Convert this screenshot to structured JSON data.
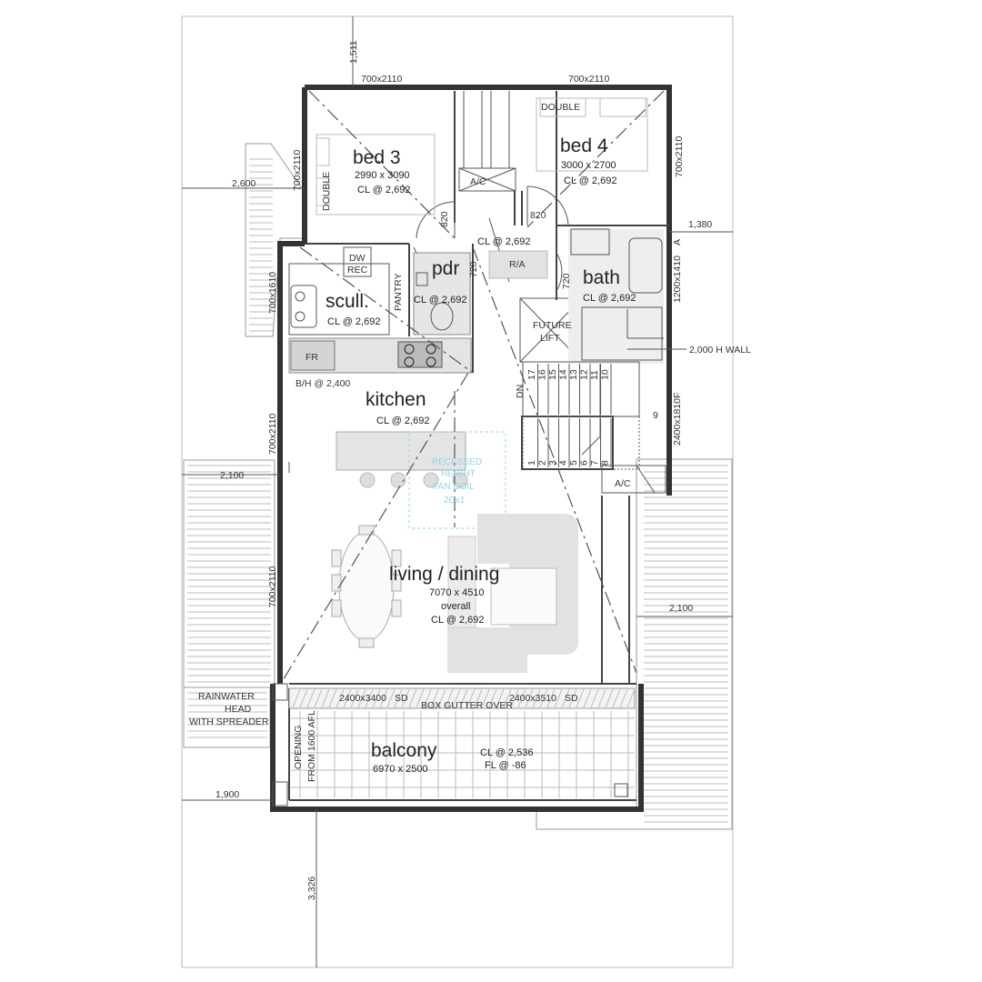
{
  "rooms": {
    "bed3": {
      "name": "bed 3",
      "size": "2990 x 3090",
      "ceiling": "CL @ 2,692"
    },
    "bed4": {
      "name": "bed 4",
      "size": "3000 x 2700",
      "ceiling": "CL @ 2,692"
    },
    "pdr": {
      "name": "pdr",
      "ceiling": "CL @ 2,692"
    },
    "bath": {
      "name": "bath",
      "ceiling": "CL @ 2,692"
    },
    "scull": {
      "name": "scull.",
      "ceiling": "CL @ 2,692"
    },
    "kitchen": {
      "name": "kitchen",
      "ceiling": "CL @ 2,692"
    },
    "living": {
      "name": "living / dining",
      "size": "7070 x 4510",
      "note": "overall",
      "ceiling": "CL @ 2,692"
    },
    "balcony": {
      "name": "balcony",
      "size": "6970 x 2500",
      "ceiling": "CL @ 2,536",
      "floor": "FL @ -86"
    }
  },
  "labels": {
    "landing_cl": "CL @ 2,692",
    "dw_rec_1": "DW",
    "dw_rec_2": "REC",
    "pantry": "PANTRY",
    "fr": "FR",
    "bh": "B/H @ 2,400",
    "ac1": "A/C",
    "ac2": "A/C",
    "ra": "R/A",
    "double1": "DOUBLE",
    "double2": "DOUBLE",
    "lift1": "FUTURE",
    "lift2": "LIFT",
    "wall_h": "2,000 H WALL",
    "dn": "DN",
    "box_gutter": "BOX GUTTER OVER",
    "rainwater1": "RAINWATER",
    "rainwater2": "HEAD",
    "rainwater3": "WITH SPREADER",
    "opening1": "OPENING",
    "opening2": "FROM 1600 AFL",
    "fancoil1": "RECESSED",
    "fancoil2": "HEIGHT",
    "fancoil3": "FAN COIL",
    "fancoil4": "2Cx1"
  },
  "dimensions": {
    "top_gap": "1,511",
    "bottom_gap": "3,326",
    "left_bed3": "2,600",
    "left_deck": "2,100",
    "left_balcony": "1,900",
    "right_bath": "1,380",
    "right_deck": "2,100",
    "win_top_left": "700x2110",
    "win_top_right": "700x2110",
    "win_bed3_side": "700x2110",
    "win_bed4_side": "700x2110",
    "win_scull": "700x1610",
    "win_kitchen": "700x2110",
    "win_living": "700x2110",
    "win_bath": "1200x1410",
    "win_bath_tag": "A",
    "win_stair": "2400x1810",
    "win_stair_tag": "F",
    "door_820_a": "820",
    "door_820_b": "820",
    "door_720_a": "720",
    "door_720_b": "720",
    "sd_left": "2400x3400",
    "sd_right": "2400x3510",
    "sd_tag_left": "SD",
    "sd_tag_right": "SD"
  },
  "stairs": {
    "upper": [
      "17",
      "16",
      "15",
      "14",
      "13",
      "12",
      "11",
      "10"
    ],
    "landing": "9",
    "lower": [
      "1",
      "2",
      "3",
      "4",
      "5",
      "6",
      "7",
      "8"
    ]
  }
}
